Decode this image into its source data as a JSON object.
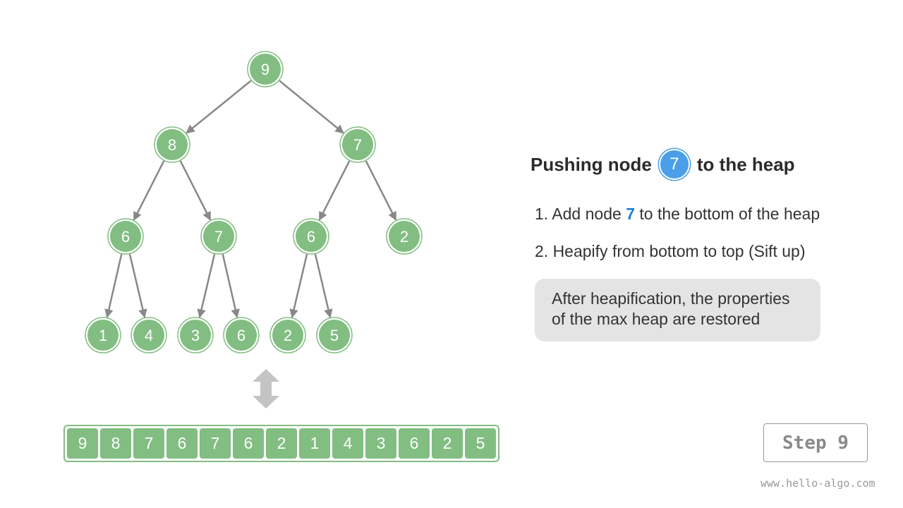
{
  "title": {
    "prefix": "Pushing node",
    "node_value": "7",
    "suffix": "to the heap"
  },
  "steps": [
    {
      "prefix": "1. Add node ",
      "highlight": "7",
      "suffix": " to the bottom of the heap"
    },
    {
      "prefix": "2. Heapify from bottom to top (Sift up)",
      "highlight": "",
      "suffix": ""
    }
  ],
  "note": {
    "line1": "After heapification, the properties",
    "line2": "of the max heap are restored"
  },
  "tree": {
    "nodes": [
      "9",
      "8",
      "7",
      "6",
      "7",
      "6",
      "2",
      "1",
      "4",
      "3",
      "6",
      "2",
      "5"
    ],
    "edges": [
      [
        0,
        1
      ],
      [
        0,
        2
      ],
      [
        1,
        3
      ],
      [
        1,
        4
      ],
      [
        2,
        5
      ],
      [
        2,
        6
      ],
      [
        3,
        7
      ],
      [
        3,
        8
      ],
      [
        4,
        9
      ],
      [
        4,
        10
      ],
      [
        5,
        11
      ],
      [
        5,
        12
      ]
    ]
  },
  "array": [
    "9",
    "8",
    "7",
    "6",
    "7",
    "6",
    "2",
    "1",
    "4",
    "3",
    "6",
    "2",
    "5"
  ],
  "step_label": "Step 9",
  "watermark": "www.hello-algo.com",
  "colors": {
    "node_fill": "#82bd82",
    "node_ring": "#82bd82",
    "edge": "#888888",
    "highlight": "#1f7fd4",
    "badge": "#4a9fe8",
    "note_bg": "#e4e4e4"
  }
}
